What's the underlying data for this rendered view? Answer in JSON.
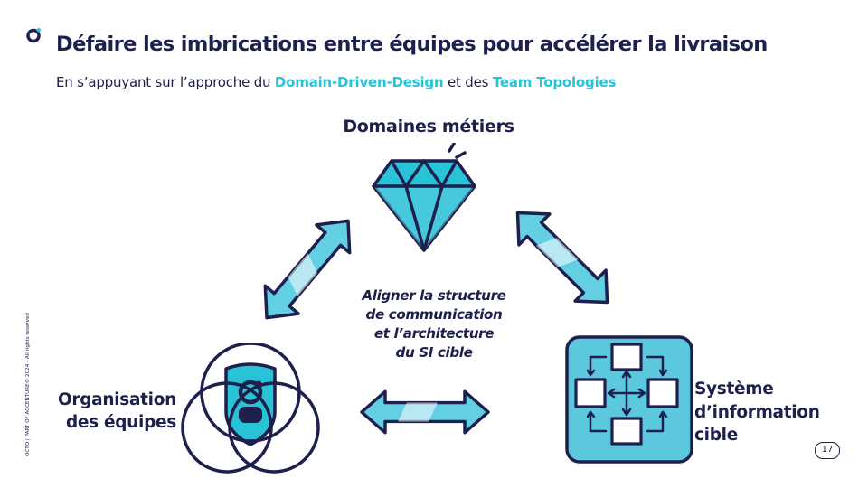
{
  "header": {
    "title": "Défaire les imbrications entre équipes pour accélérer la livraison",
    "subtitle_prefix": "En s’appuyant sur l’approche du ",
    "subtitle_highlight_1": "Domain-Driven-Design",
    "subtitle_middle": " et des ",
    "subtitle_highlight_2": "Team Topologies"
  },
  "diagram": {
    "top_label": "Domaines métiers",
    "left_label_line1": "Organisation",
    "left_label_line2": "des équipes",
    "right_label_line1": "Système",
    "right_label_line2": "d’information",
    "right_label_line3": "cible",
    "center_line1": "Aligner la structure",
    "center_line2": "de communication",
    "center_line3": "et l’architecture",
    "center_line4": "du SI cible",
    "icons": [
      "logo-icon",
      "diamond-icon",
      "team-venn-icon",
      "system-blocks-icon",
      "double-arrow-icon"
    ]
  },
  "footer": {
    "copyright": "OCTO | PART OF ACCENTURE© 2024 - All rights reserved",
    "page_number": "17"
  },
  "colors": {
    "navy": "#1d1f4c",
    "cyan": "#28c3d7",
    "light_cyan": "#63cfe2",
    "pale_cyan": "#b4e8f1"
  }
}
